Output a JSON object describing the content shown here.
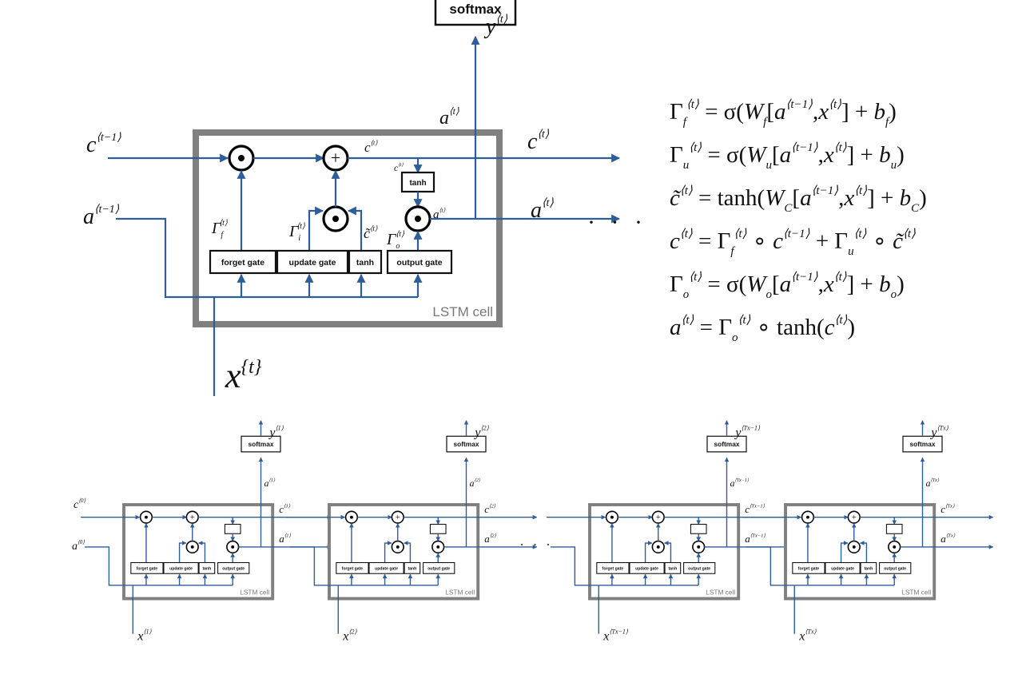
{
  "colors": {
    "wire": "#2f5d9a",
    "cell_border": "#808080",
    "text": "#111111"
  },
  "main_cell": {
    "cell_label": "LSTM cell",
    "softmax_label": "softmax",
    "gates": [
      "forget gate",
      "update gate",
      "tanh",
      "output gate"
    ],
    "inner_tanh_label": "tanh",
    "inputs": {
      "c_prev": "c⟨t−1⟩",
      "a_prev": "a⟨t−1⟩",
      "x": "x{t}"
    },
    "outputs": {
      "y": "y⟨t⟩",
      "c": "c⟨t⟩",
      "a": "a⟨t⟩",
      "a_up": "a⟨t⟩"
    },
    "internal_labels": {
      "gamma_f": "Γf⟨t⟩",
      "gamma_i": "Γi⟨t⟩",
      "c_tilde": "c̃⟨t⟩",
      "gamma_o": "Γo⟨t⟩",
      "c_inner": "c⟨t⟩",
      "c_tanh_in": "c⟨t⟩",
      "a_inner": "a⟨t⟩"
    },
    "operators": [
      "elementwise-multiply",
      "add",
      "elementwise-multiply",
      "elementwise-multiply"
    ]
  },
  "equations": [
    {
      "lhs": "Γ_f",
      "lhs_sup": "⟨t⟩",
      "rhs": "= σ(W_f[a⟨t−1⟩, x⟨t⟩] + b_f)"
    },
    {
      "lhs": "Γ_u",
      "lhs_sup": "⟨t⟩",
      "rhs": "= σ(W_u[a⟨t−1⟩, x⟨t⟩] + b_u)"
    },
    {
      "lhs": "c̃",
      "lhs_sup": "⟨t⟩",
      "rhs": "= tanh(W_C[a⟨t−1⟩, x⟨t⟩] + b_C)"
    },
    {
      "lhs": "c",
      "lhs_sup": "⟨t⟩",
      "rhs": "= Γ_f⟨t⟩ ∘ c⟨t−1⟩ + Γ_u⟨t⟩ ∘ c̃⟨t⟩"
    },
    {
      "lhs": "Γ_o",
      "lhs_sup": "⟨t⟩",
      "rhs": "= σ(W_o[a⟨t−1⟩, x⟨t⟩] + b_o)"
    },
    {
      "lhs": "a",
      "lhs_sup": "⟨t⟩",
      "rhs": "= Γ_o⟨t⟩ ∘ tanh(c⟨t⟩)"
    }
  ],
  "ellipsis": "· · ·",
  "chain": {
    "cell_label": "LSTM cell",
    "softmax_label": "softmax",
    "gates": [
      "forget gate",
      "update gate",
      "tanh",
      "output gate"
    ],
    "initial": {
      "c": "0",
      "a": "0"
    },
    "steps": [
      {
        "idx": "1"
      },
      {
        "idx": "2"
      },
      {
        "idx": "Tx−1"
      },
      {
        "idx": "Tx"
      }
    ]
  }
}
